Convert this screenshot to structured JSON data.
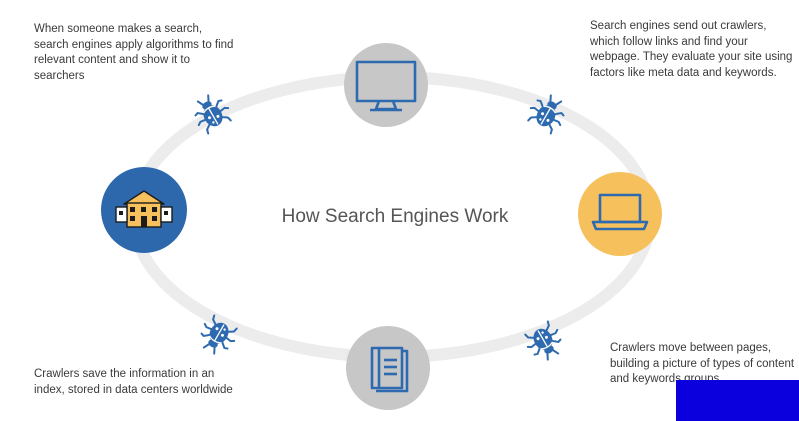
{
  "title": "How Search Engines Work",
  "captions": {
    "top_left": "When someone makes a search, search engines apply algorithms to find relevant content and show it to searchers",
    "top_right": "Search engines send out crawlers, which follow links and find your webpage. They evaluate your site using factors like meta data and keywords.",
    "bottom_right": "Crawlers move between pages, building a picture of types of content and keywords groups.",
    "bottom_left": "Crawlers save the information in an index, stored in data centers worldwide"
  },
  "nodes": [
    {
      "name": "monitor",
      "icon": "desktop-monitor-icon",
      "color": "#c7c7c7"
    },
    {
      "name": "laptop",
      "icon": "laptop-icon",
      "color": "#f6c15d"
    },
    {
      "name": "index",
      "icon": "book-index-icon",
      "color": "#c7c7c7"
    },
    {
      "name": "datacenter",
      "icon": "data-center-building-icon",
      "color": "#2d68ad"
    }
  ],
  "colors": {
    "ring": "#ececec",
    "crawler": "#2e6aaf",
    "gray_node": "#c7c7c7",
    "yellow_node": "#f6c15d",
    "blue_node": "#2d68ad",
    "redaction": "#0b00dd"
  },
  "crawler_icon": "bug-crawler-icon"
}
